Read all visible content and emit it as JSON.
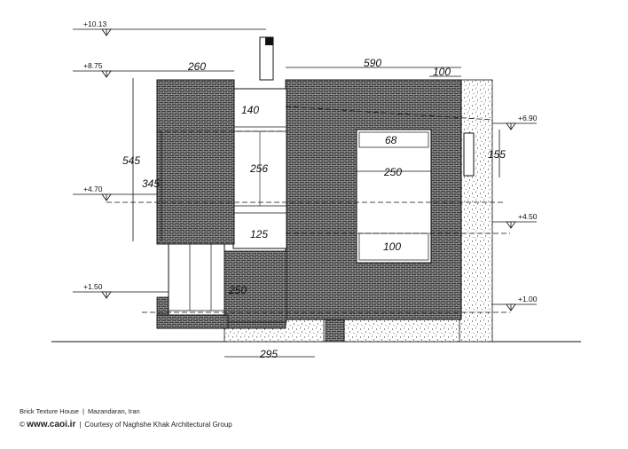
{
  "levels": {
    "l1013": "+10.13",
    "l875": "+8.75",
    "l470": "+4.70",
    "l150": "+1.50",
    "l690": "+6.90",
    "l450": "+4.50",
    "l100": "+1.00"
  },
  "dimensions": {
    "d260": "260",
    "d590": "590",
    "d100_top": "100",
    "d140": "140",
    "d545": "545",
    "d345": "345",
    "d256": "256",
    "d125": "125",
    "d250_left": "250",
    "d68": "68",
    "d250_mid": "250",
    "d100_win": "100",
    "d155": "155",
    "d295": "295"
  },
  "caption": {
    "project": "Brick Texture House",
    "location": "Mazandaran, Iran",
    "site_symbol": "©",
    "site": "www.caoi.ir",
    "credit": "Courtesy of Naghshe Khak Architectural Group"
  },
  "colors": {
    "brick": "#3a3a3a",
    "line": "#111111"
  }
}
